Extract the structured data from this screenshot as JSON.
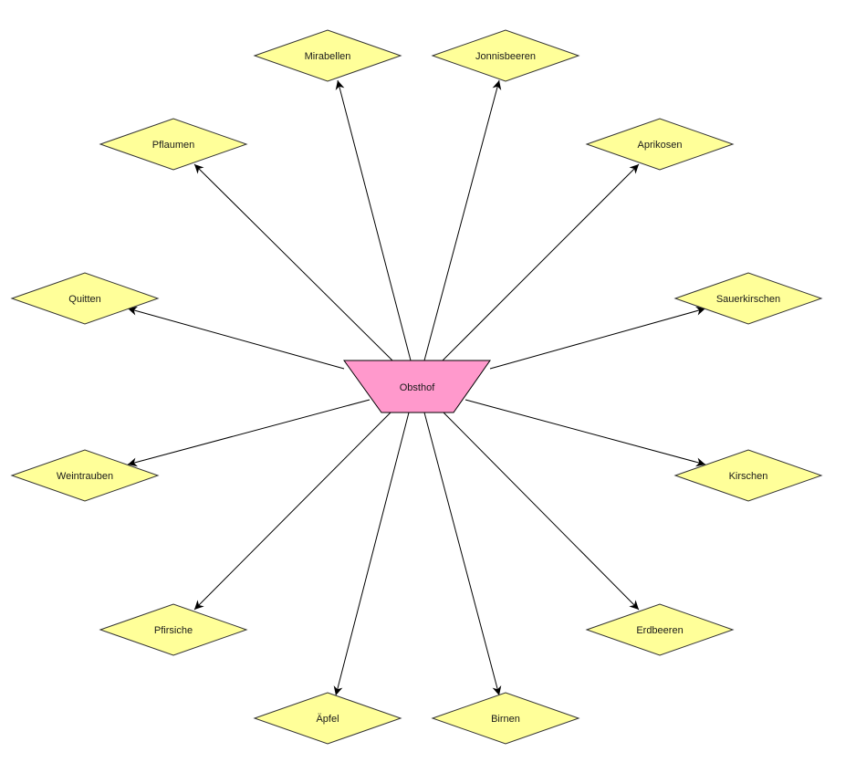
{
  "center": {
    "label": "Obsthof",
    "color": "#ff99cc"
  },
  "node_color": "#ffff99",
  "edge_color": "#000000",
  "nodes": [
    {
      "label": "Mirabellen"
    },
    {
      "label": "Jonnisbeeren"
    },
    {
      "label": "Pflaumen"
    },
    {
      "label": "Aprikosen"
    },
    {
      "label": "Quitten"
    },
    {
      "label": "Sauerkirschen"
    },
    {
      "label": "Weintrauben"
    },
    {
      "label": "Kirschen"
    },
    {
      "label": "Pfirsiche"
    },
    {
      "label": "Erdbeeren"
    },
    {
      "label": "Äpfel"
    },
    {
      "label": "Birnen"
    }
  ]
}
